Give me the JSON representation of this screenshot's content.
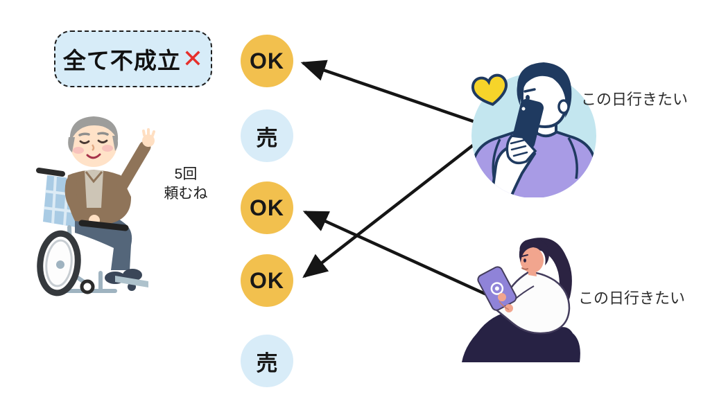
{
  "result_box": {
    "label": "全て不成立",
    "cross_icon": "✕"
  },
  "seller": {
    "caption_line1": "5回",
    "caption_line2": "頼むね"
  },
  "tickets": [
    {
      "label": "OK",
      "type": "ok"
    },
    {
      "label": "売",
      "type": "sell"
    },
    {
      "label": "OK",
      "type": "ok"
    },
    {
      "label": "OK",
      "type": "ok"
    },
    {
      "label": "売",
      "type": "sell"
    }
  ],
  "buyer_top": {
    "caption": "この日行きたい",
    "icon": "heart-icon"
  },
  "buyer_bottom": {
    "caption": "この日行きたい"
  },
  "arrows": [
    {
      "from": "buyer-top",
      "to": "ticket-1"
    },
    {
      "from": "buyer-top",
      "to": "ticket-4"
    },
    {
      "from": "buyer-bottom",
      "to": "ticket-3"
    }
  ],
  "colors": {
    "ok_circle": "#F2C04E",
    "sell_circle": "#D8ECF8",
    "box_bg": "#D7ECF8",
    "cross_red": "#E6302C",
    "arrow": "#151515",
    "heart_yellow": "#F6D42A",
    "navy_outline": "#1F3A60"
  }
}
